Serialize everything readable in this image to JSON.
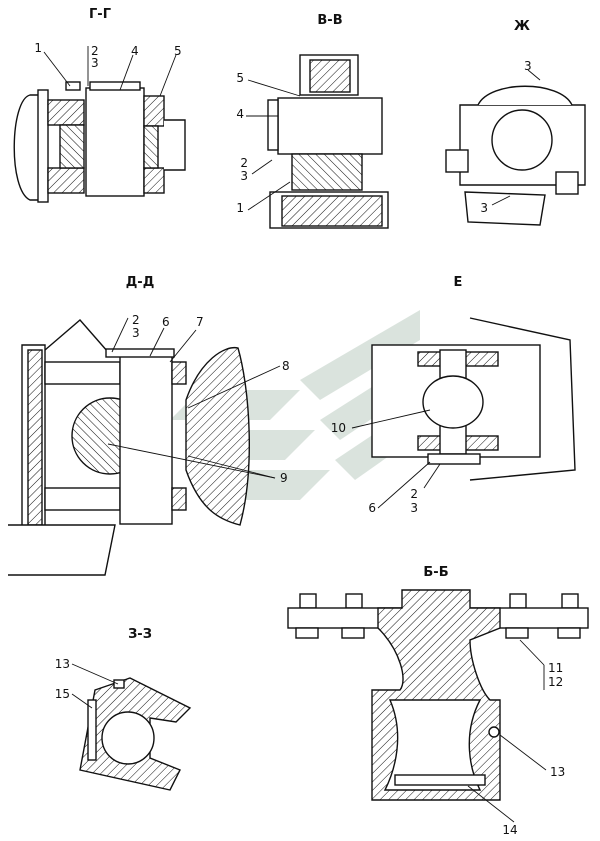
{
  "views": {
    "gg": {
      "title": "Г-Г",
      "callouts": [
        "1",
        "2",
        "3",
        "4",
        "5"
      ]
    },
    "vv": {
      "title": "В-В",
      "callouts": [
        "5",
        "4",
        "2",
        "3",
        "1"
      ]
    },
    "zh": {
      "title": "Ж",
      "callouts": [
        "3",
        "3"
      ]
    },
    "dd": {
      "title": "Д-Д",
      "callouts": [
        "2",
        "3",
        "6",
        "7",
        "8",
        "9"
      ]
    },
    "e": {
      "title": "Е",
      "callouts": [
        "10",
        "6",
        "2",
        "3"
      ]
    },
    "zz": {
      "title": "З-З",
      "callouts": [
        "13",
        "15"
      ]
    },
    "bb": {
      "title": "Б-Б",
      "callouts": [
        "11",
        "12",
        "13",
        "14"
      ]
    }
  }
}
